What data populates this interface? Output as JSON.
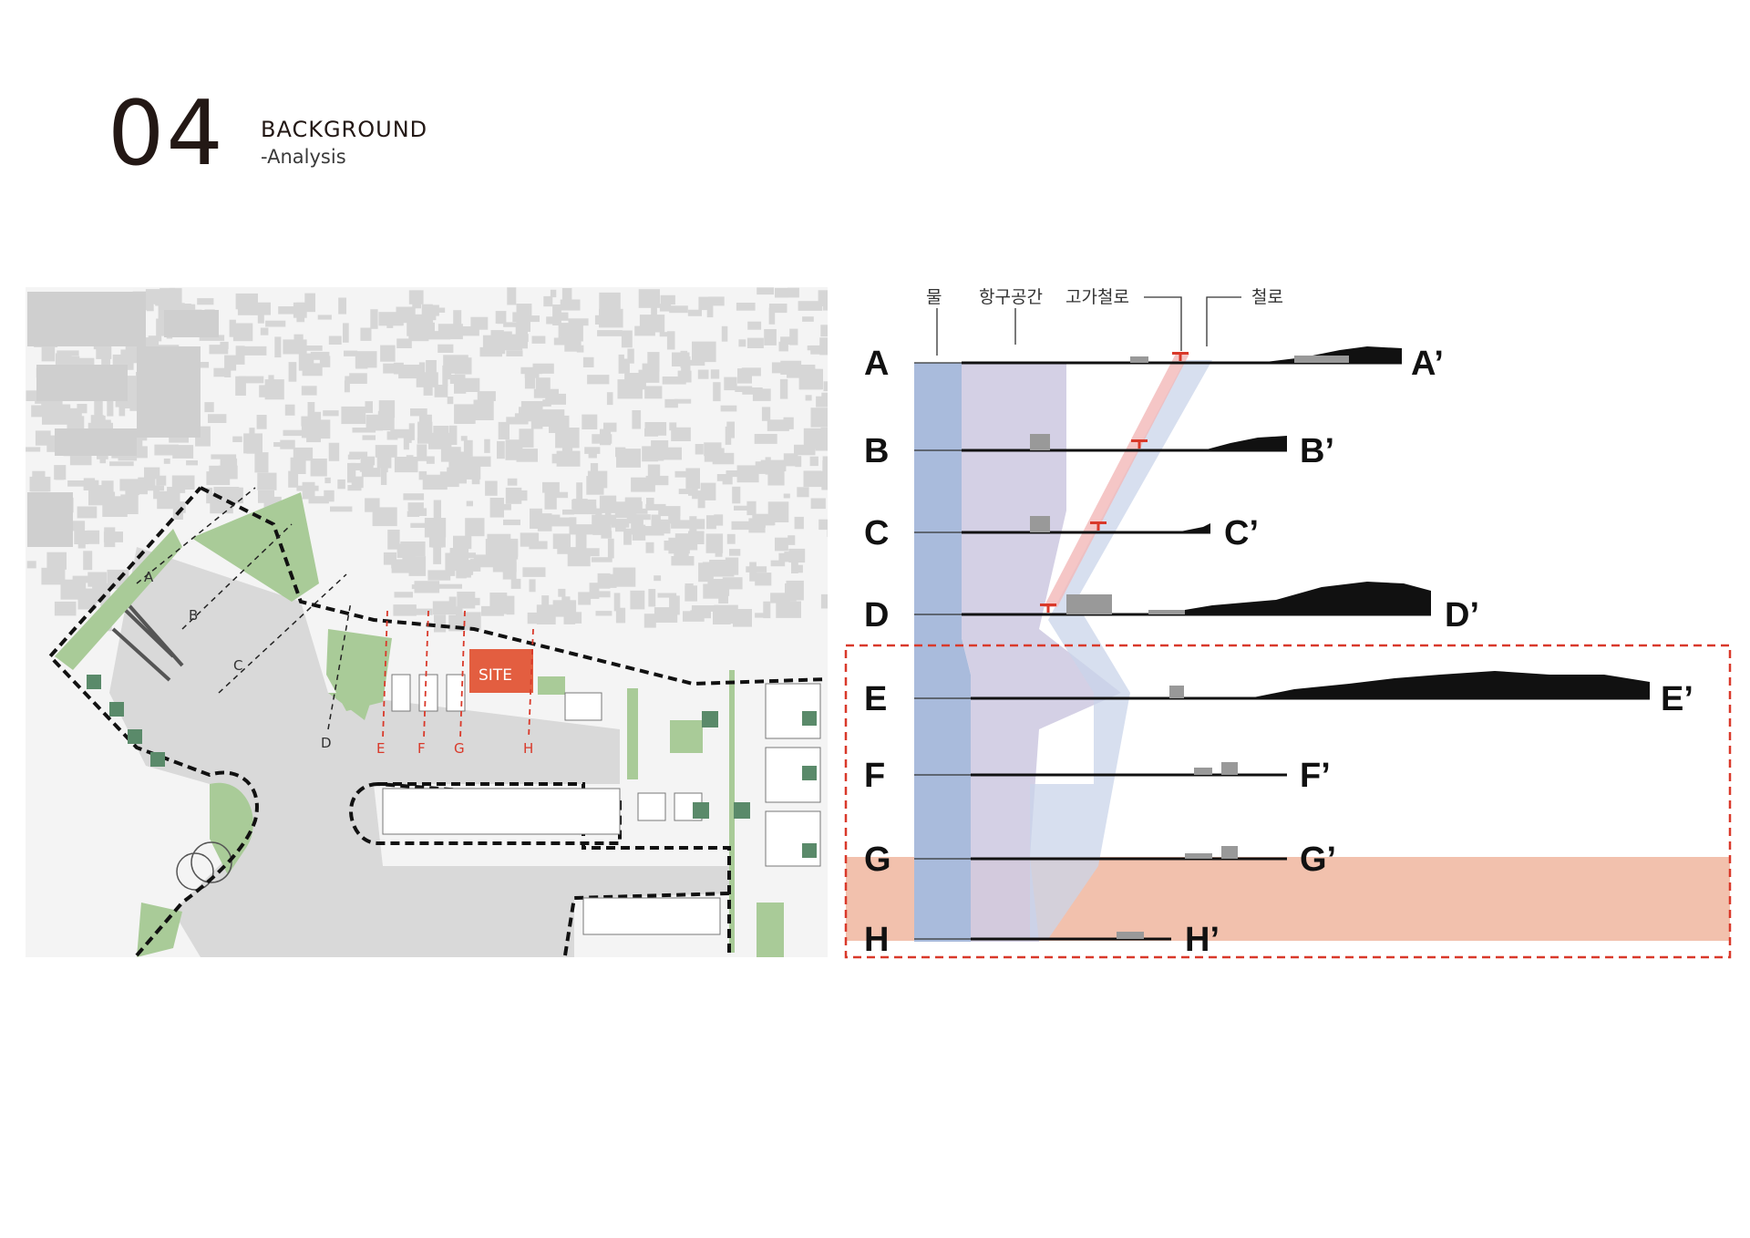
{
  "header": {
    "page_number": "04",
    "title": "BACKGROUND",
    "subtitle": "-Analysis"
  },
  "map": {
    "site_label": "SITE",
    "section_labels": [
      "A",
      "B",
      "C",
      "D"
    ],
    "section_labels_red": [
      "E",
      "F",
      "G",
      "H"
    ],
    "colors": {
      "buildings": "#d6d6d6",
      "green": "#a9cb98",
      "site": "#e35e40",
      "boundary": "#111111",
      "section_line_red": "#d9392a"
    }
  },
  "sections": {
    "legend": {
      "water": "물",
      "port_space": "항구공간",
      "elevated_railway": "고가철로",
      "railway": "철로"
    },
    "rows": [
      {
        "start": "A",
        "end": "A’"
      },
      {
        "start": "B",
        "end": "B’"
      },
      {
        "start": "C",
        "end": "C’"
      },
      {
        "start": "D",
        "end": "D’"
      },
      {
        "start": "E",
        "end": "E’"
      },
      {
        "start": "F",
        "end": "F’"
      },
      {
        "start": "G",
        "end": "G’"
      },
      {
        "start": "H",
        "end": "H’"
      }
    ],
    "highlight_rows": [
      "E",
      "F",
      "G",
      "H"
    ],
    "site_row": "H",
    "colors": {
      "water": "#a9bbdc",
      "port_space": "#cfcbe2",
      "elevated_railway": "#f2b8b8",
      "railway": "#c9d4ea",
      "terrain": "#111111",
      "site_band": "#f2c1ad",
      "highlight_box": "#d9392a"
    }
  }
}
